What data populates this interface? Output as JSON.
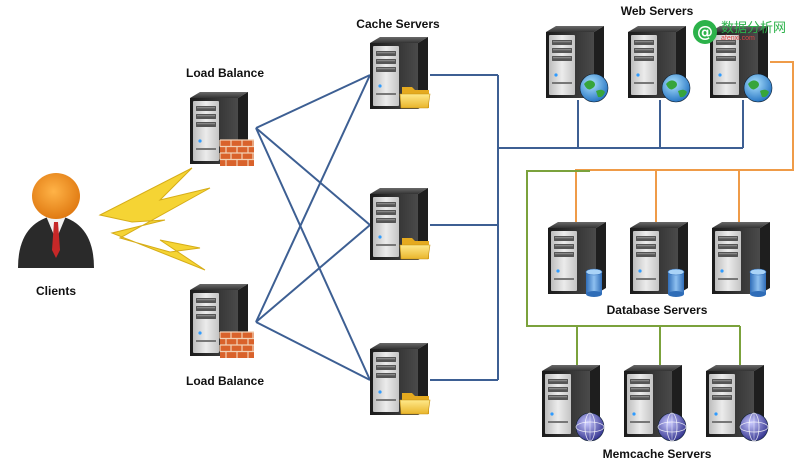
{
  "labels": {
    "clients": "Clients",
    "load_balance_top": "Load Balance",
    "load_balance_bottom": "Load Balance",
    "cache_servers": "Cache Servers",
    "web_servers": "Web Servers",
    "database_servers": "Database Servers",
    "memcache_servers": "Memcache Servers"
  },
  "watermark": {
    "mark": "@",
    "text": "数据分析网",
    "subtext": "afenxi.com"
  },
  "colors": {
    "blue_links": "#3d5f93",
    "orange_links": "#ef9b48",
    "green_links": "#7ba23c",
    "lightning": "#f5d22a",
    "server_body": "#2b2b2b",
    "server_face": "#d8d8d8"
  },
  "icons": {
    "client": "user-avatar-icon",
    "load_balancer": "server-with-firewall-icon",
    "cache": "server-with-folder-icon",
    "web": "server-with-globe-icon",
    "database": "server-with-database-icon",
    "memcache": "server-with-network-globe-icon",
    "link": "lightning-bolt-icon"
  }
}
